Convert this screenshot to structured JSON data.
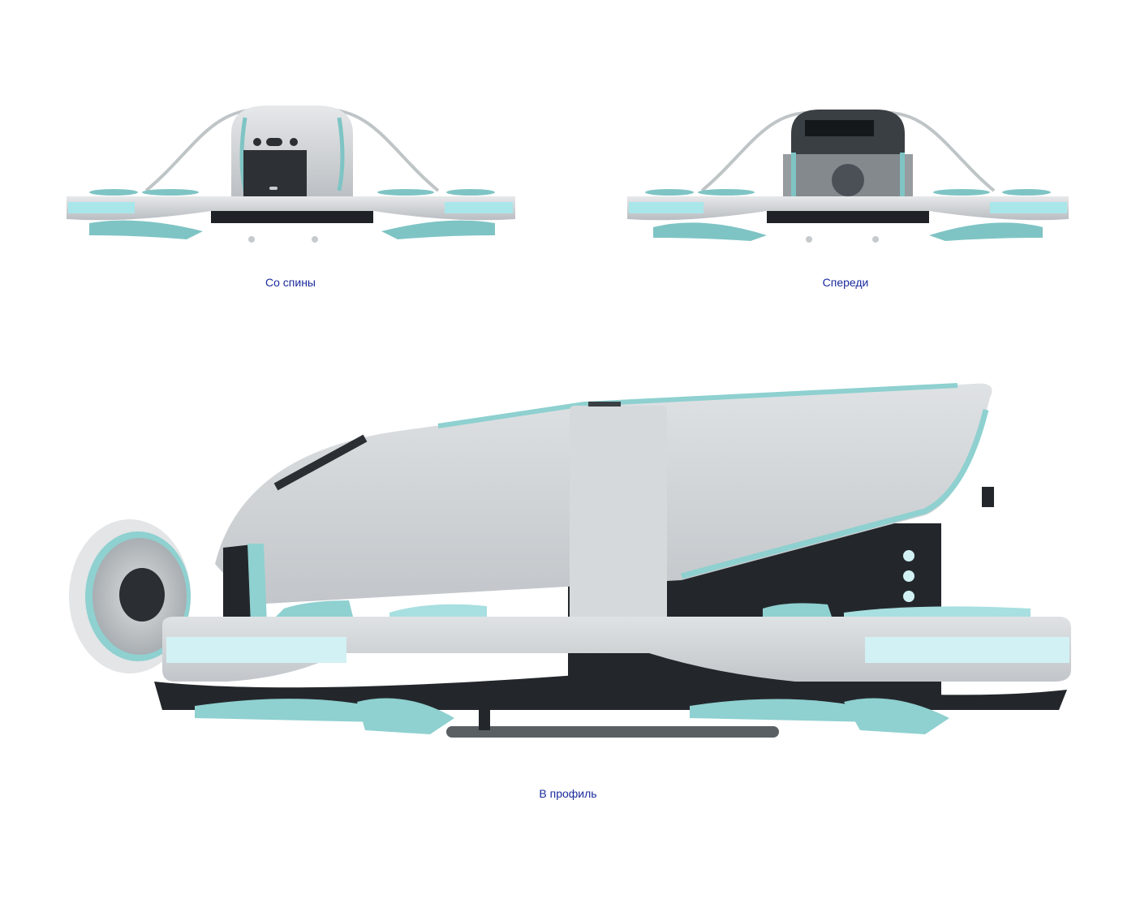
{
  "views": {
    "back": {
      "caption": "Со спины"
    },
    "front": {
      "caption": "Спереди"
    },
    "profile": {
      "caption": "В профиль"
    }
  },
  "colors": {
    "background": "#ffffff",
    "caption": "#1a2a9c",
    "body_light": "#d4d7da",
    "body_dark": "#23272b",
    "accent_teal": "#8fd0d0",
    "accent_light": "#d2f1f4"
  }
}
